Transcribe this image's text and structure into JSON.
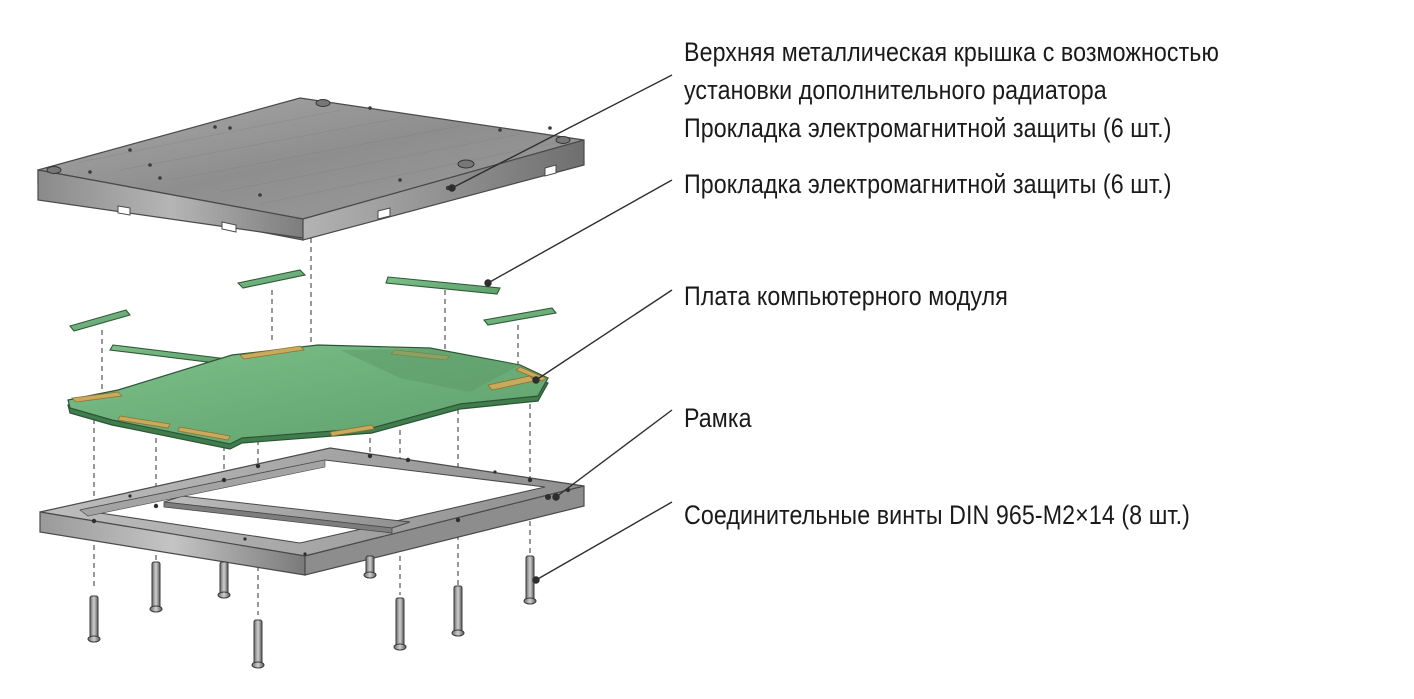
{
  "labels": {
    "top_cover": {
      "line1": "Верхняя металлическая крышка с возможностью",
      "line2": "установки дополнительного радиатора",
      "line3": "Прокладка электромагнитной защиты (6 шт.)"
    },
    "emi_gasket": "Прокладка электромагнитной защиты (6 шт.)",
    "board": "Плата компьютерного модуля",
    "frame": "Рамка",
    "screws": "Соединительные винты DIN 965-M2×14 (8 шт.)"
  },
  "colors": {
    "metal": "#8f8f8f",
    "metal_dark": "#5c5c5c",
    "pcb": "#6fb07a",
    "pcb_edge": "#3f7d4c",
    "gasket": "#7aa882",
    "pad": "#c9a95a",
    "line": "#3a3a3a"
  }
}
